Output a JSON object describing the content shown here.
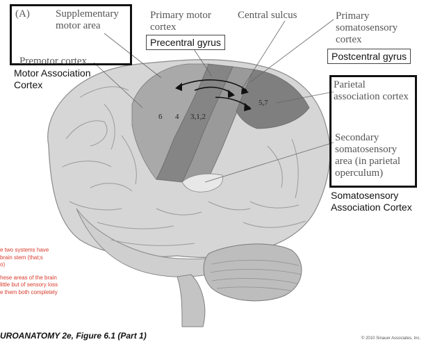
{
  "figure": {
    "panel_label": "(A)",
    "caption": "UROANATOMY 2e, Figure 6.1 (Part 1)",
    "copyright": "© 2010 Sinauer Associates, Inc."
  },
  "labels": {
    "supplementary_motor": "Supplementary motor area",
    "primary_motor": "Primary motor cortex",
    "central_sulcus": "Central sulcus",
    "primary_somatosensory": "Primary somatosensory cortex",
    "premotor": "Premotor cortex",
    "parietal_association": "Parietal association cortex",
    "secondary_somatosensory": "Secondary somatosensory area (in parietal operculum)"
  },
  "boxed_labels": {
    "precentral": "Precentral gyrus",
    "postcentral": "Postcentral gyrus"
  },
  "annotations": {
    "motor_association": [
      "Motor Association",
      "Cortex"
    ],
    "somatosensory_association": [
      "Somatosensory",
      "Association Cortex"
    ]
  },
  "area_numbers": {
    "a6": "6",
    "a4": "4",
    "a312": "3,1,2",
    "a57": "5,7"
  },
  "notes": [
    "e two systems have",
    "brain stem (that;s",
    "o)",
    "",
    "hese areas of the brain",
    "little but of sensory loss",
    "e them both completely"
  ],
  "colors": {
    "brain_light": "#d6d6d6",
    "brain_mid": "#a9a9a9",
    "area_dark": "#7f7f7f",
    "area_darker": "#666666",
    "red_note": "#d93a2b"
  }
}
